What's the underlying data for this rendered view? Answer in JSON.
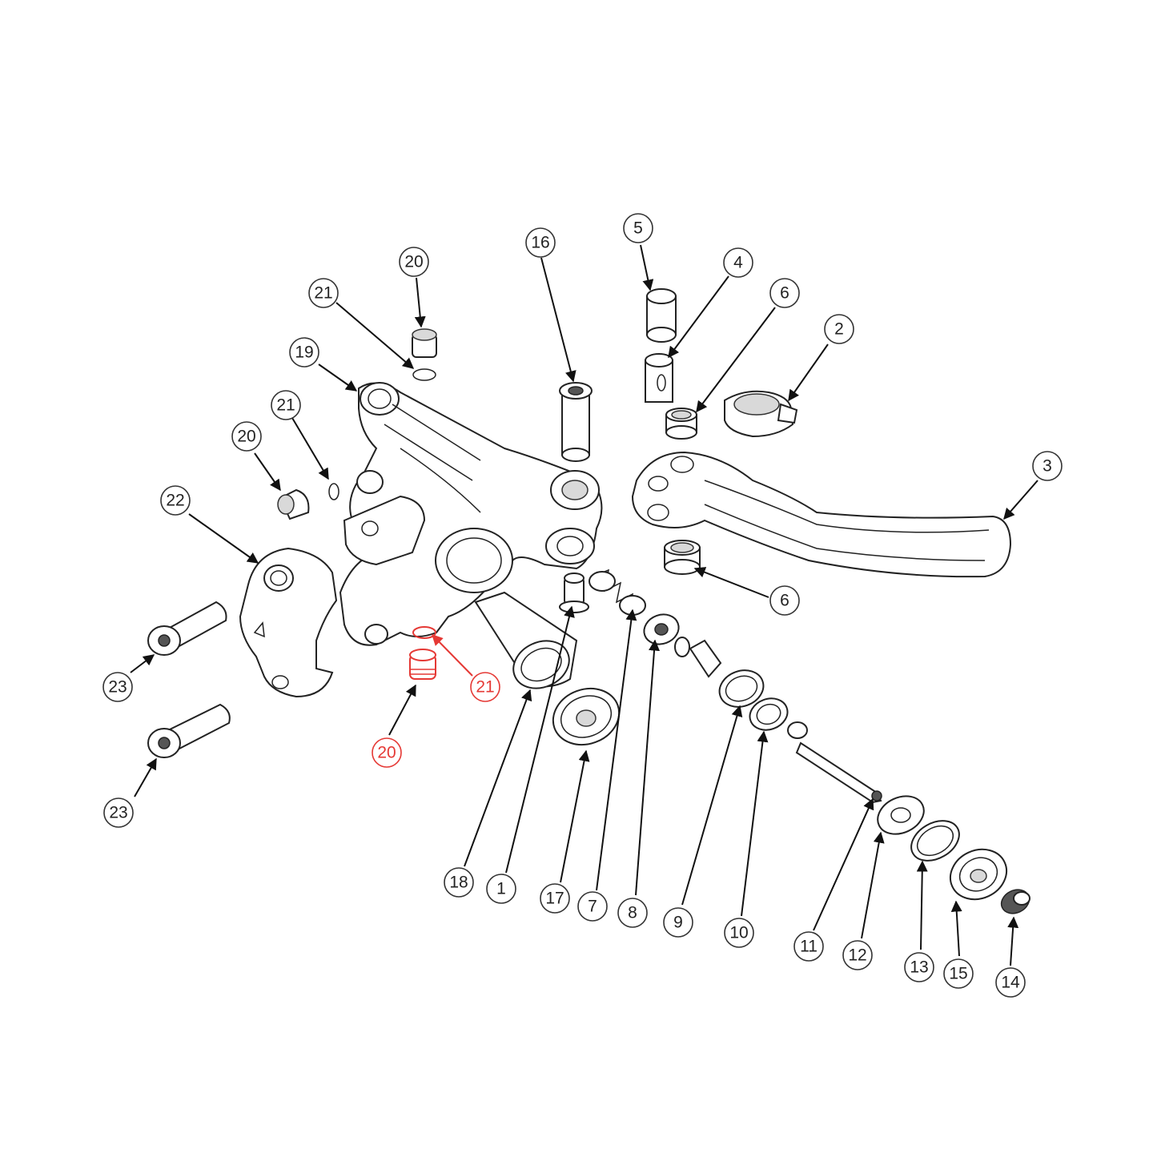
{
  "colors": {
    "line": "#222222",
    "highlight": "#e53935",
    "background": "#ffffff"
  },
  "callouts": [
    {
      "id": "c20a",
      "label": "20"
    },
    {
      "id": "c21a",
      "label": "21"
    },
    {
      "id": "c19",
      "label": "19"
    },
    {
      "id": "c21b",
      "label": "21"
    },
    {
      "id": "c20b",
      "label": "20"
    },
    {
      "id": "c22",
      "label": "22"
    },
    {
      "id": "c23a",
      "label": "23"
    },
    {
      "id": "c23b",
      "label": "23"
    },
    {
      "id": "c21c",
      "label": "21",
      "highlighted": true
    },
    {
      "id": "c20c",
      "label": "20",
      "highlighted": true
    },
    {
      "id": "c16",
      "label": "16"
    },
    {
      "id": "c5",
      "label": "5"
    },
    {
      "id": "c4",
      "label": "4"
    },
    {
      "id": "c6a",
      "label": "6"
    },
    {
      "id": "c2",
      "label": "2"
    },
    {
      "id": "c3",
      "label": "3"
    },
    {
      "id": "c6b",
      "label": "6"
    },
    {
      "id": "c18",
      "label": "18"
    },
    {
      "id": "c1",
      "label": "1"
    },
    {
      "id": "c17",
      "label": "17"
    },
    {
      "id": "c7",
      "label": "7"
    },
    {
      "id": "c8",
      "label": "8"
    },
    {
      "id": "c9",
      "label": "9"
    },
    {
      "id": "c10",
      "label": "10"
    },
    {
      "id": "c11",
      "label": "11"
    },
    {
      "id": "c12",
      "label": "12"
    },
    {
      "id": "c13",
      "label": "13"
    },
    {
      "id": "c15",
      "label": "15"
    },
    {
      "id": "c14",
      "label": "14"
    }
  ]
}
